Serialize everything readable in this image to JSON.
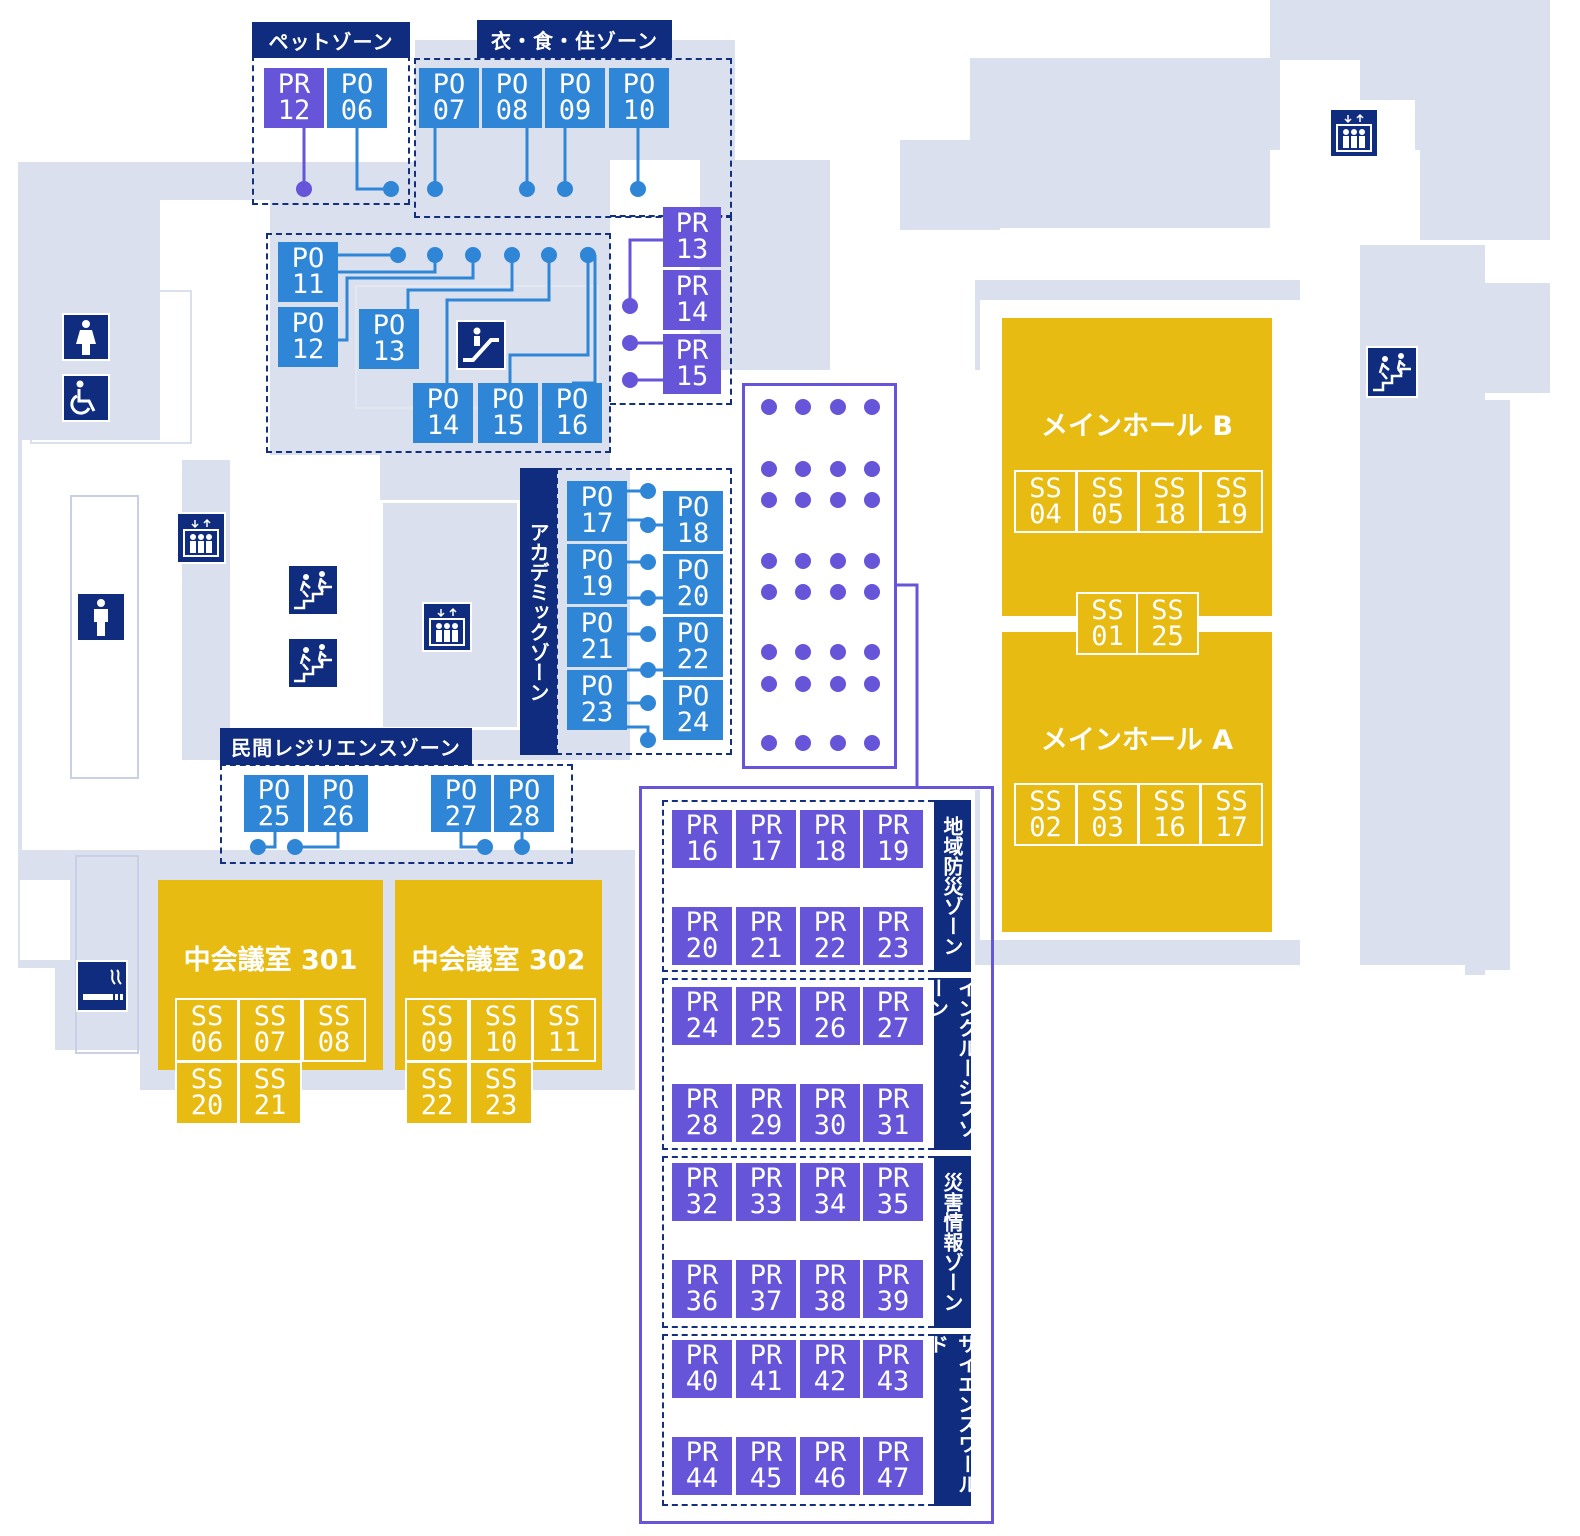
{
  "zones": {
    "pet": "ペットゾーン",
    "ishokuju": "衣・食・住ゾーン",
    "academic": "アカデミックゾーン",
    "resilience": "民間レジリエンスゾーン",
    "bosai": "地域防災ゾーン",
    "inclusive": "インクルーシブゾーン",
    "saigai": "災害情報ゾーン",
    "science": "サイエンスワールド"
  },
  "rooms": {
    "hall_b": "メインホール B",
    "hall_a": "メインホール A",
    "room_301": "中会議室 301",
    "room_302": "中会議室 302"
  },
  "booths": {
    "PR12": [
      "PR",
      "12"
    ],
    "PO06": [
      "PO",
      "06"
    ],
    "PO07": [
      "PO",
      "07"
    ],
    "PO08": [
      "PO",
      "08"
    ],
    "PO09": [
      "PO",
      "09"
    ],
    "PO10": [
      "PO",
      "10"
    ],
    "PO11": [
      "PO",
      "11"
    ],
    "PO12": [
      "PO",
      "12"
    ],
    "PO13": [
      "PO",
      "13"
    ],
    "PO14": [
      "PO",
      "14"
    ],
    "PO15": [
      "PO",
      "15"
    ],
    "PO16": [
      "PO",
      "16"
    ],
    "PR13": [
      "PR",
      "13"
    ],
    "PR14": [
      "PR",
      "14"
    ],
    "PR15": [
      "PR",
      "15"
    ],
    "PO17": [
      "PO",
      "17"
    ],
    "PO18": [
      "PO",
      "18"
    ],
    "PO19": [
      "PO",
      "19"
    ],
    "PO20": [
      "PO",
      "20"
    ],
    "PO21": [
      "PO",
      "21"
    ],
    "PO22": [
      "PO",
      "22"
    ],
    "PO23": [
      "PO",
      "23"
    ],
    "PO24": [
      "PO",
      "24"
    ],
    "PO25": [
      "PO",
      "25"
    ],
    "PO26": [
      "PO",
      "26"
    ],
    "PO27": [
      "PO",
      "27"
    ],
    "PO28": [
      "PO",
      "28"
    ],
    "SS01": [
      "SS",
      "01"
    ],
    "SS02": [
      "SS",
      "02"
    ],
    "SS03": [
      "SS",
      "03"
    ],
    "SS04": [
      "SS",
      "04"
    ],
    "SS05": [
      "SS",
      "05"
    ],
    "SS06": [
      "SS",
      "06"
    ],
    "SS07": [
      "SS",
      "07"
    ],
    "SS08": [
      "SS",
      "08"
    ],
    "SS09": [
      "SS",
      "09"
    ],
    "SS10": [
      "SS",
      "10"
    ],
    "SS11": [
      "SS",
      "11"
    ],
    "SS16": [
      "SS",
      "16"
    ],
    "SS17": [
      "SS",
      "17"
    ],
    "SS18": [
      "SS",
      "18"
    ],
    "SS19": [
      "SS",
      "19"
    ],
    "SS20": [
      "SS",
      "20"
    ],
    "SS21": [
      "SS",
      "21"
    ],
    "SS22": [
      "SS",
      "22"
    ],
    "SS23": [
      "SS",
      "23"
    ],
    "SS25": [
      "SS",
      "25"
    ],
    "PR16": [
      "PR",
      "16"
    ],
    "PR17": [
      "PR",
      "17"
    ],
    "PR18": [
      "PR",
      "18"
    ],
    "PR19": [
      "PR",
      "19"
    ],
    "PR20": [
      "PR",
      "20"
    ],
    "PR21": [
      "PR",
      "21"
    ],
    "PR22": [
      "PR",
      "22"
    ],
    "PR23": [
      "PR",
      "23"
    ],
    "PR24": [
      "PR",
      "24"
    ],
    "PR25": [
      "PR",
      "25"
    ],
    "PR26": [
      "PR",
      "26"
    ],
    "PR27": [
      "PR",
      "27"
    ],
    "PR28": [
      "PR",
      "28"
    ],
    "PR29": [
      "PR",
      "29"
    ],
    "PR30": [
      "PR",
      "30"
    ],
    "PR31": [
      "PR",
      "31"
    ],
    "PR32": [
      "PR",
      "32"
    ],
    "PR33": [
      "PR",
      "33"
    ],
    "PR34": [
      "PR",
      "34"
    ],
    "PR35": [
      "PR",
      "35"
    ],
    "PR36": [
      "PR",
      "36"
    ],
    "PR37": [
      "PR",
      "37"
    ],
    "PR38": [
      "PR",
      "38"
    ],
    "PR39": [
      "PR",
      "39"
    ],
    "PR40": [
      "PR",
      "40"
    ],
    "PR41": [
      "PR",
      "41"
    ],
    "PR42": [
      "PR",
      "42"
    ],
    "PR43": [
      "PR",
      "43"
    ],
    "PR44": [
      "PR",
      "44"
    ],
    "PR45": [
      "PR",
      "45"
    ],
    "PR46": [
      "PR",
      "46"
    ],
    "PR47": [
      "PR",
      "47"
    ]
  },
  "icons": {
    "elevator": "elevator-icon",
    "escalator": "escalator-icon",
    "stairs": "stairs-icon",
    "restroom_women": "restroom-women-icon",
    "restroom_men": "restroom-men-icon",
    "accessible": "accessible-restroom-icon",
    "smoking": "smoking-area-icon"
  },
  "colors": {
    "po_booth": "#2f86d6",
    "pr_booth": "#6654d9",
    "ss_booth": "#e8bb12",
    "zone_label": "#0f2c7e",
    "building": "#dbe0ee"
  }
}
